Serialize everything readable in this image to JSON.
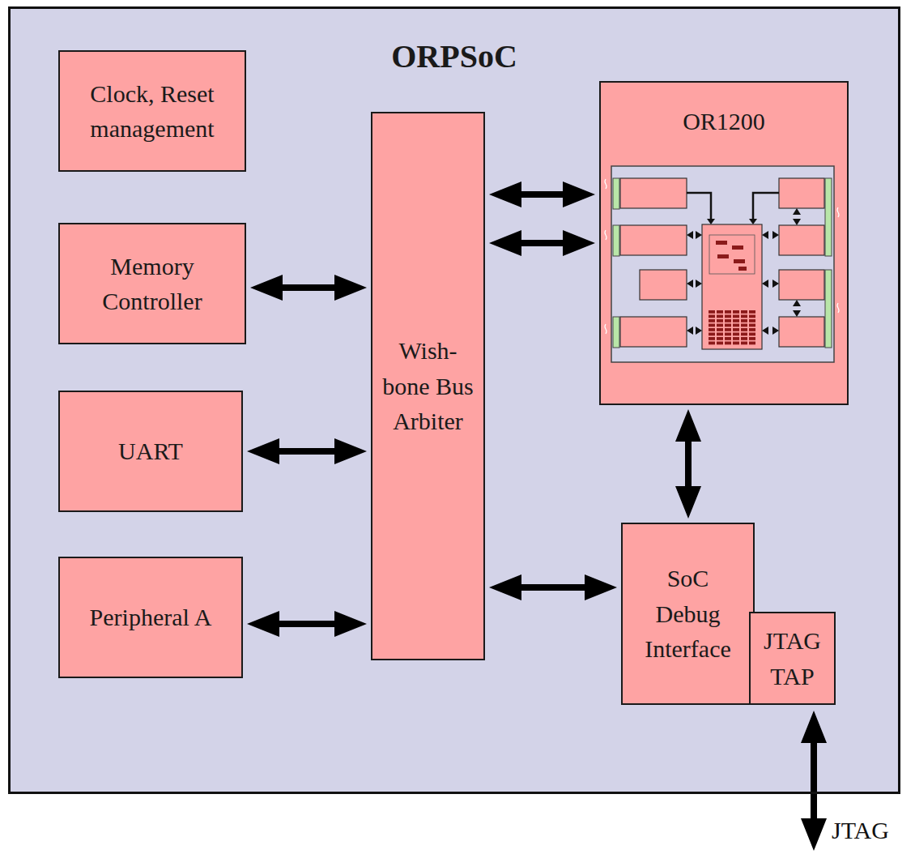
{
  "diagram": {
    "nodes": [
      {
        "text": [
          "ORPSoC"
        ]
      },
      {
        "text": [
          "Clock, Reset management"
        ],
        "in": 0
      },
      {
        "text": [
          "Memory Controller"
        ],
        "in": 0
      },
      {
        "text": [
          "UART"
        ],
        "in": 0
      },
      {
        "text": [
          "Peripheral A"
        ],
        "in": 0
      },
      {
        "text": [
          "Wish- bone Bus Arbiter"
        ],
        "in": 0
      },
      {
        "text": [
          "OR1200"
        ],
        "in": 0
      },
      {
        "text": [
          "SoC Debug Interface"
        ],
        "in": 0
      },
      {
        "text": [
          "JTAG TAP"
        ],
        "in": 0
      }
    ],
    "edges": [
      {
        "from": 2,
        "to": 5,
        "arrow": "both"
      },
      {
        "from": 3,
        "to": 5,
        "arrow": "both"
      },
      {
        "from": 4,
        "to": 5,
        "arrow": "both"
      },
      {
        "from": 5,
        "to": 6,
        "arrow": "both"
      },
      {
        "from": 5,
        "to": 6,
        "arrow": "both"
      },
      {
        "from": 5,
        "to": 7,
        "arrow": "both"
      },
      {
        "from": 6,
        "to": 7,
        "arrow": "both"
      }
    ],
    "labels": [
      "JTAG"
    ]
  }
}
